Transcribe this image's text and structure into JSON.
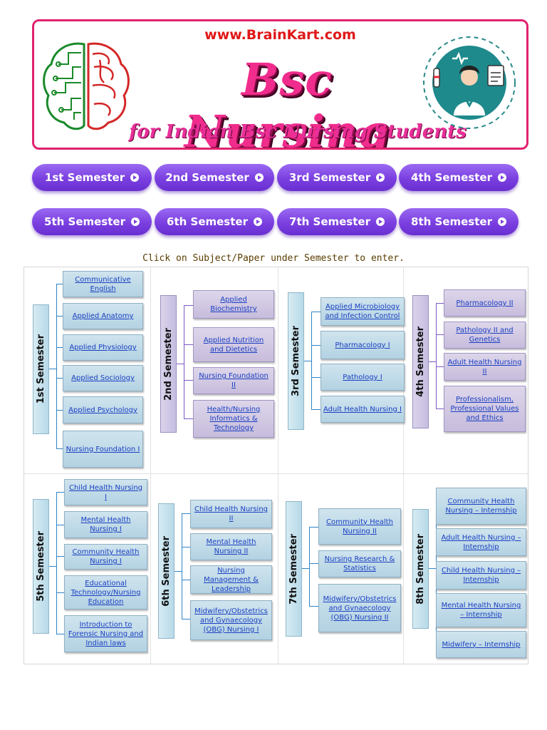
{
  "banner": {
    "site_url": "www.BrainKart.com",
    "title": "Bsc Nursing",
    "subtitle": "for Indian Bsc Nursing Students",
    "brain_logo_icon": "brain-circuit-icon",
    "nurse_logo_icon": "nurse-medical-icon"
  },
  "semester_buttons": [
    "1st Semester",
    "2nd Semester",
    "3rd Semester",
    "4th Semester",
    "5th Semester",
    "6th Semester",
    "7th Semester",
    "8th Semester"
  ],
  "instruction": "Click on Subject/Paper under Semester to enter.",
  "semesters": [
    {
      "label": "1st Semester",
      "color": "blue",
      "subjects": [
        "Communicative English",
        "Applied Anatomy",
        "Applied Physiology",
        "Applied Sociology",
        "Applied Psychology",
        "Nursing Foundation I"
      ]
    },
    {
      "label": "2nd Semester",
      "color": "purple",
      "subjects": [
        "Applied Biochemistry",
        "Applied Nutrition and Dietetics",
        "Nursing Foundation II",
        "Health/Nursing Informatics & Technology"
      ]
    },
    {
      "label": "3rd Semester",
      "color": "blue",
      "subjects": [
        "Applied Microbiology and Infection Control",
        "Pharmacology I",
        "Pathology I",
        "Adult Health Nursing I"
      ]
    },
    {
      "label": "4th Semester",
      "color": "purple",
      "subjects": [
        "Pharmacology II",
        "Pathology II and Genetics",
        "Adult Health Nursing II",
        "Professionalism, Professional Values and Ethics"
      ]
    },
    {
      "label": "5th Semester",
      "color": "blue",
      "subjects": [
        "Child Health Nursing I",
        "Mental Health Nursing I",
        "Community Health Nursing I",
        "Educational Technology/Nursing Education",
        "Introduction to Forensic Nursing and Indian laws"
      ]
    },
    {
      "label": "6th Semester",
      "color": "blue",
      "subjects": [
        "Child Health Nursing II",
        "Mental Health Nursing II",
        "Nursing Management & Leadership",
        "Midwifery/Obstetrics and Gynaecology (OBG) Nursing I"
      ]
    },
    {
      "label": "7th Semester",
      "color": "blue",
      "subjects": [
        "Community Health Nursing II",
        "Nursing Research & Statistics",
        "Midwifery/Obstetrics and Gynaecology (OBG) Nursing II"
      ]
    },
    {
      "label": "8th Semester",
      "color": "blue",
      "subjects": [
        "Community Health Nursing – Internship",
        "Adult Health Nursing – Internship",
        "Child Health Nursing – Internship",
        "Mental Health Nursing – Internship",
        "Midwifery – Internship"
      ]
    }
  ]
}
